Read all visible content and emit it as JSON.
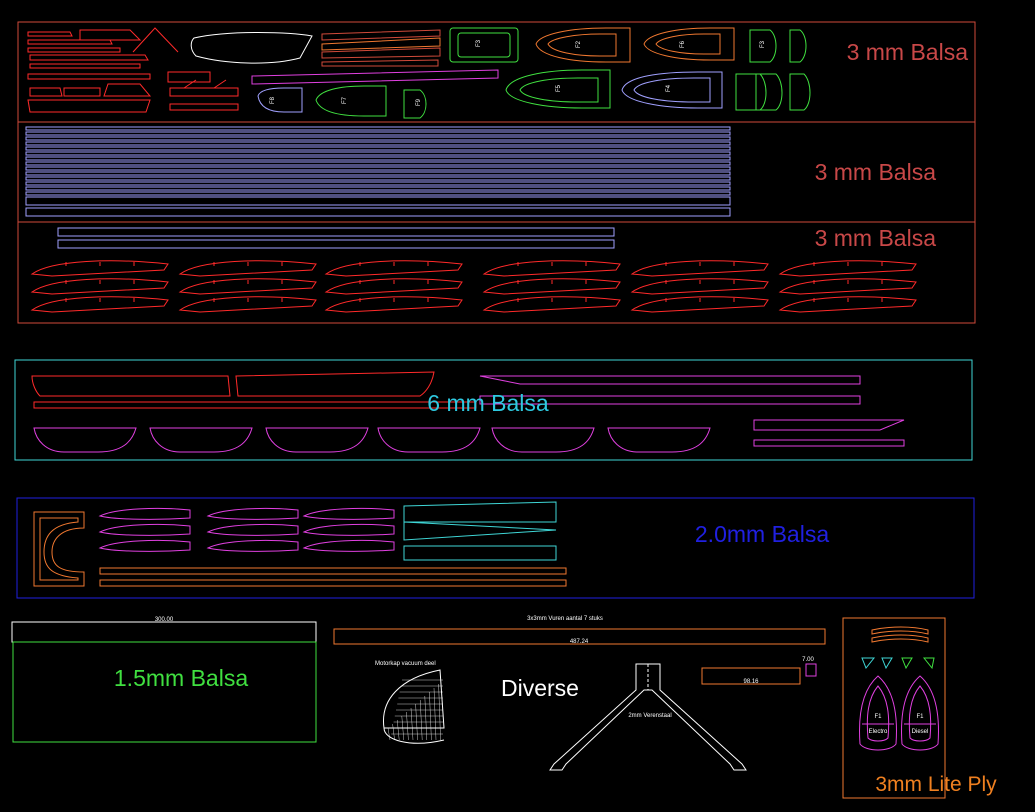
{
  "labels": {
    "sheet_a": "3 mm Balsa",
    "sheet_b": "3 mm Balsa",
    "sheet_c": "3 mm Balsa",
    "sheet_d": "6 mm Balsa",
    "sheet_e": "2.0mm Balsa",
    "sheet_f": "1.5mm Balsa",
    "diverse": "Diverse",
    "lite_ply": "3mm Lite Ply"
  },
  "annotations": {
    "dim_300": "300.00",
    "vuren": "3x3mm Vuren   aantal 7 stuks",
    "dim_487": "487.24",
    "motorkap": "Motorkap vacuum deel",
    "verenstaal": "2mm Verenstaal",
    "dim_98": "98.16",
    "dim_7": "7.00",
    "f1_left": "F1",
    "f1_right": "F1",
    "electro": "Electro",
    "diesel": "Diesel"
  },
  "former_labels": {
    "f2": "F2",
    "f3a": "F3",
    "f3b": "F3",
    "f4": "F4",
    "f5": "F5",
    "f6": "F6",
    "f7": "F7",
    "f8": "F8",
    "f9": "F9"
  },
  "colors": {
    "background": "#000000",
    "red": "#ff2a2a",
    "brick": "#d04a3a",
    "sheet_label": "#c94848",
    "cyan": "#3fd6d6",
    "cyan_label": "#2ec9e0",
    "magenta": "#e040e0",
    "blue": "#2020e0",
    "green": "#40e040",
    "orange": "#f07830",
    "light_blue": "#a0a0ff",
    "white": "#ffffff",
    "yellow_green": "#c8f040",
    "ply_label": "#f08020"
  }
}
